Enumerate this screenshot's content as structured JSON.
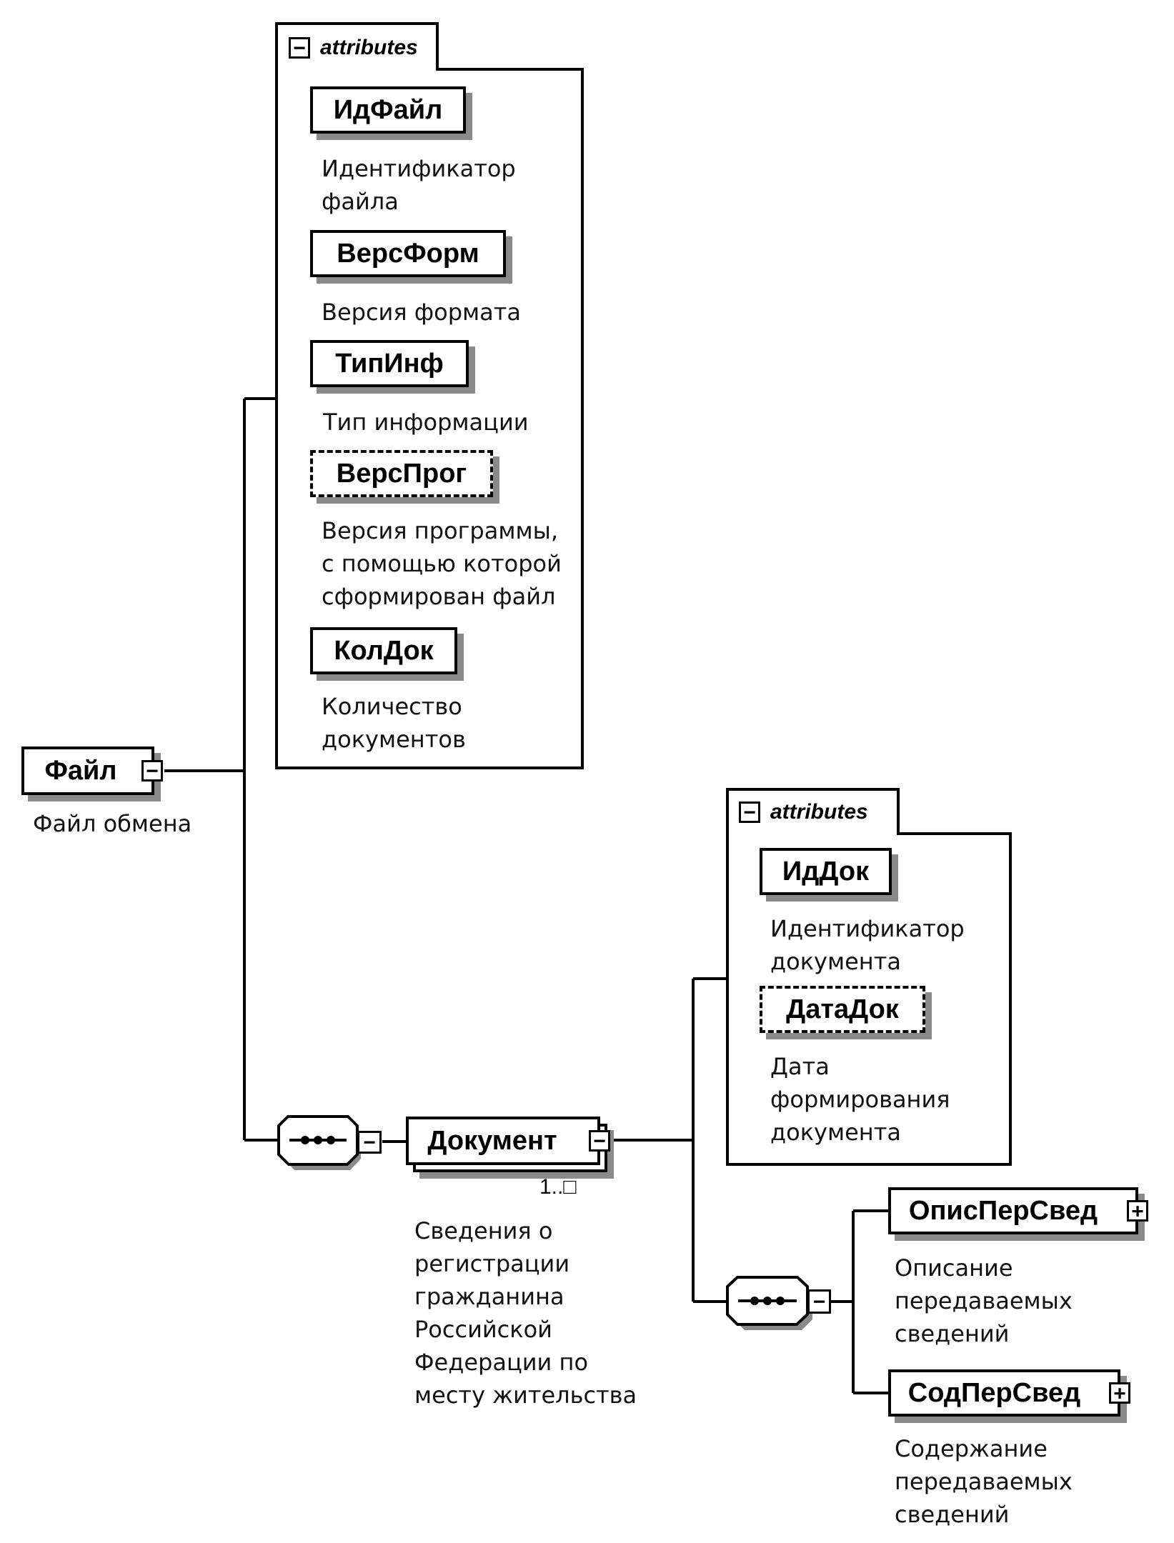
{
  "root": {
    "name": "Файл",
    "description": "Файл обмена",
    "toggle": "−"
  },
  "file_attributes": {
    "title": "attributes",
    "toggle": "−",
    "items": [
      {
        "name": "ИдФайл",
        "description": "Идентификатор\nфайла",
        "optional": false
      },
      {
        "name": "ВерсФорм",
        "description": "Версия формата",
        "optional": false
      },
      {
        "name": "ТипИнф",
        "description": "Тип информации",
        "optional": false
      },
      {
        "name": "ВерсПрог",
        "description": "Версия программы,\nс помощью которой\nсформирован файл",
        "optional": true
      },
      {
        "name": "КолДок",
        "description": "Количество\nдокументов",
        "optional": false
      }
    ]
  },
  "sequence_1": {
    "toggle": "−",
    "icon": "sequence-icon"
  },
  "document": {
    "name": "Документ",
    "toggle": "−",
    "cardinality": "1..□",
    "description": "Сведения о\nрегистрации\nгражданина\nРоссийской\nФедерации по\nместу жительства"
  },
  "document_attributes": {
    "title": "attributes",
    "toggle": "−",
    "items": [
      {
        "name": "ИдДок",
        "description": "Идентификатор\nдокумента",
        "optional": false
      },
      {
        "name": "ДатаДок",
        "description": "Дата\nформирования\nдокумента",
        "optional": true
      }
    ]
  },
  "sequence_2": {
    "toggle": "−",
    "icon": "sequence-icon"
  },
  "children": [
    {
      "name": "ОписПерСвед",
      "toggle": "+",
      "description": "Описание\nпередаваемых\nсведений"
    },
    {
      "name": "СодПерСвед",
      "toggle": "+",
      "description": "Содержание\nпередаваемых\nсведений"
    }
  ]
}
